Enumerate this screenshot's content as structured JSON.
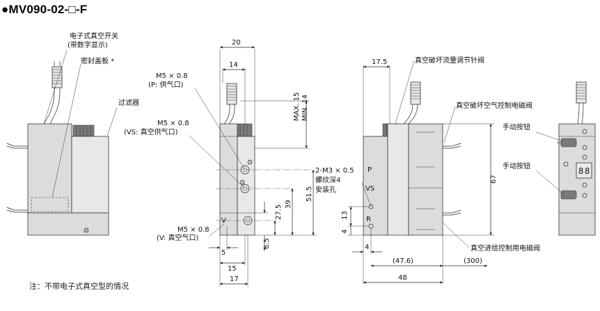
{
  "title": "●MV090-02-□-F",
  "note": "注：不带电子式真空型的情况",
  "labels": {
    "switch_line1": "电子式真空开关",
    "switch_line2": "(带数字显示)",
    "seal_cover": "密封盖板 *",
    "filter": "过滤器",
    "p_port_line1": "M5 × 0.8",
    "p_port_line2": "(P: 供气口)",
    "vs_port_line1": "M5 × 0.8",
    "vs_port_line2": "(VS: 真空供气口)",
    "v_port_line1": "M5 × 0.8",
    "v_port_line2": "(V: 真空气口)",
    "break_flow_needle": "真空破坏流量调节针阀",
    "break_solenoid": "真空破坏空气控制电磁阀",
    "manual_btn_1": "手动按钮",
    "manual_btn_2": "手动按钮",
    "mount_line1": "2-M3 × 0.5",
    "mount_line2": "螺纹深4",
    "mount_line3": "安装孔",
    "supply_solenoid": "真空进给控制用电磁阀",
    "port_p": "P",
    "port_vs": "VS",
    "port_r": "R",
    "port_v": "V"
  },
  "dimensions": {
    "d20": "20",
    "d14": "14",
    "max15": "MAX. 15",
    "min14": "MIN. 14",
    "d51_5": "51.5",
    "d39": "39",
    "d27_5": "27.5",
    "d6_5": "6.5",
    "d5": "5",
    "d15": "15",
    "d17": "17",
    "d17_5": "17.5",
    "d67": "67",
    "d13": "13",
    "d4a": "4",
    "d4b": "4",
    "d47_6": "(47.6)",
    "d300": "(300)",
    "d48": "48"
  }
}
